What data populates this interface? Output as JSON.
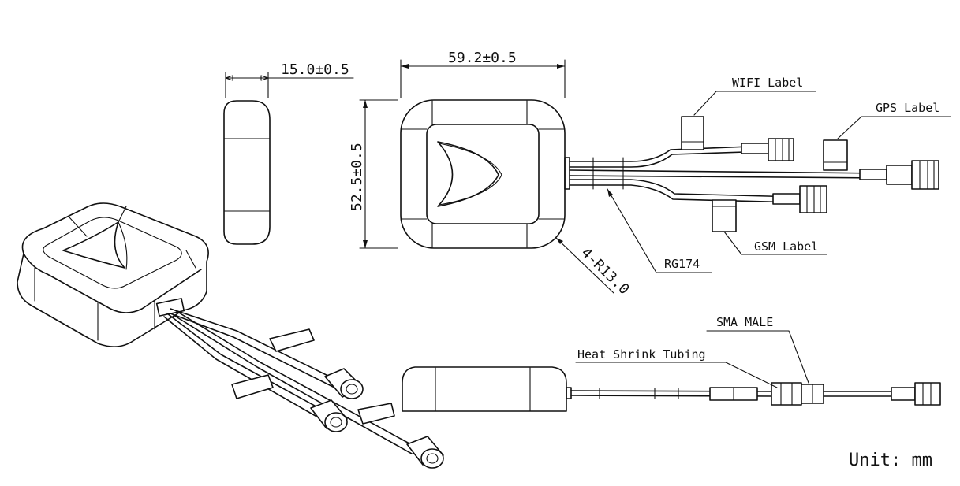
{
  "dimensions": {
    "thickness": "15.0±0.5",
    "width": "59.2±0.5",
    "height": "52.5±0.5",
    "corner_radius": "4-R13.0"
  },
  "labels": {
    "wifi": "WIFI Label",
    "gps": "GPS Label",
    "gsm": "GSM Label",
    "cable": "RG174",
    "sma": "SMA MALE",
    "heat_shrink": "Heat Shrink Tubing"
  },
  "unit": "Unit: mm"
}
